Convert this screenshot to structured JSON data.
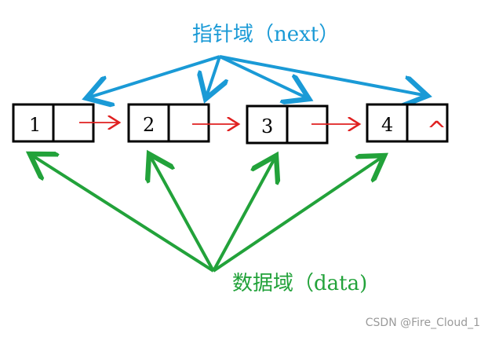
{
  "labels": {
    "pointer_field": "指针域（next）",
    "data_field": "数据域（data)"
  },
  "nodes": [
    {
      "data": "1",
      "next": ""
    },
    {
      "data": "2",
      "next": ""
    },
    {
      "data": "3",
      "next": ""
    },
    {
      "data": "4",
      "next": "^"
    }
  ],
  "watermark": "CSDN @Fire_Cloud_1",
  "colors": {
    "pointer_arrows": "#1a9ad6",
    "data_arrows": "#22a23a",
    "link_arrows": "#e02020",
    "null_mark": "#e02020",
    "box_border": "#000000"
  }
}
